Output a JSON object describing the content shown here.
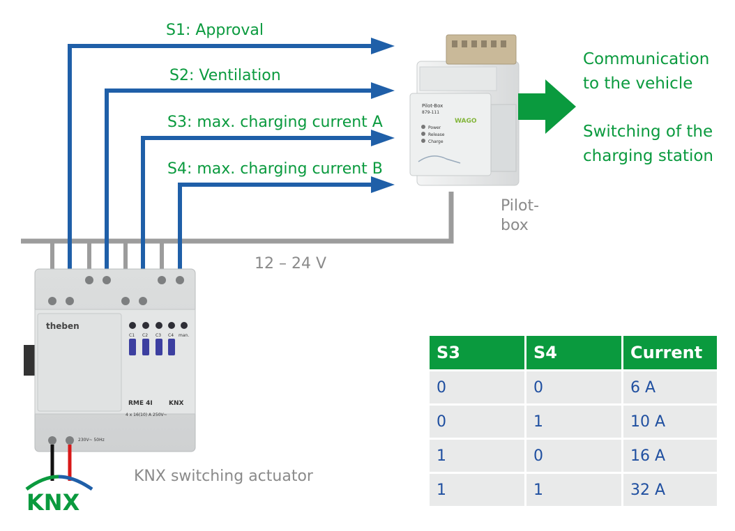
{
  "signals": [
    {
      "label": "S1: Approval"
    },
    {
      "label": "S2: Ventilation"
    },
    {
      "label": "S3: max. charging current A"
    },
    {
      "label": "S4: max. charging current B"
    }
  ],
  "pilotbox": {
    "label_line1": "Pilot-",
    "label_line2": "box",
    "face_title": "Pilot-Box",
    "face_model": "879-111",
    "brand": "WAGO",
    "led_labels": [
      "Power",
      "Release",
      "Charge"
    ]
  },
  "voltage_label": "12 – 24 V",
  "outputs": {
    "communication_line1": "Communication",
    "communication_line2": "to the vehicle",
    "switching_line1": "Switching of the",
    "switching_line2": "charging station"
  },
  "actuator": {
    "brand": "theben",
    "model": "RME 4I",
    "bus": "KNX",
    "rating": "4 x 16(10) A 250V~",
    "mains": "230V~ 50Hz",
    "channel_labels": [
      "C1",
      "C2",
      "C3",
      "C4",
      "man."
    ],
    "caption": "KNX switching actuator"
  },
  "knx_logo": {
    "text": "KNX"
  },
  "truth_table": {
    "headers": [
      "S3",
      "S4",
      "Current"
    ],
    "rows": [
      [
        "0",
        "0",
        "6 A"
      ],
      [
        "0",
        "1",
        "10 A"
      ],
      [
        "1",
        "0",
        "16 A"
      ],
      [
        "1",
        "1",
        "32 A"
      ]
    ]
  },
  "colors": {
    "signal_line": "#1f5fa8",
    "green": "#0a9a3e",
    "gray_line": "#9c9c9c"
  }
}
